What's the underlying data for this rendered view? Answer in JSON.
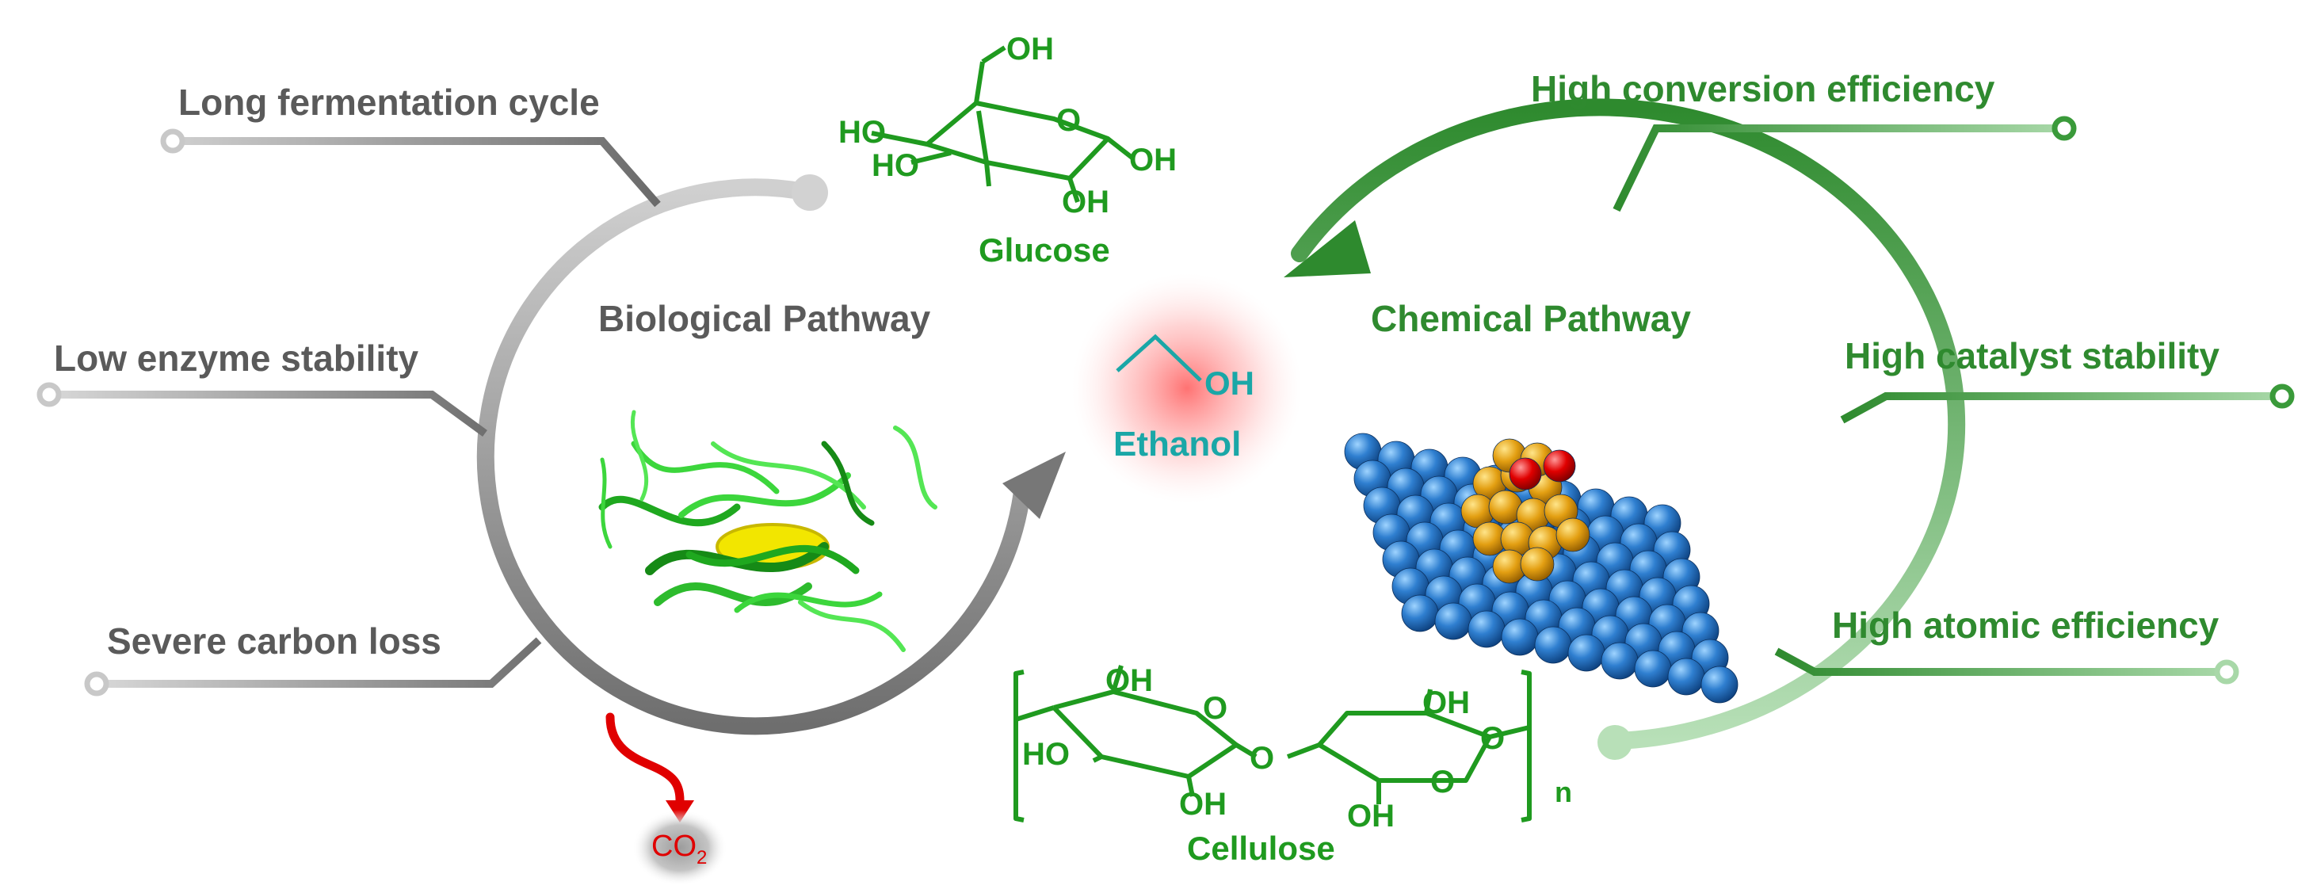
{
  "biological": {
    "title": "Biological Pathway",
    "drawbacks": [
      "Long fermentation cycle",
      "Low enzyme stability",
      "Severe carbon loss"
    ],
    "byproduct": {
      "base": "CO",
      "subscript": "2"
    }
  },
  "chemical": {
    "title": "Chemical Pathway",
    "advantages": [
      "High conversion efficiency",
      "High catalyst stability",
      "High atomic efficiency"
    ]
  },
  "product": {
    "name": "Ethanol",
    "group": "OH"
  },
  "glucose": {
    "name": "Glucose",
    "groups": [
      "OH",
      "HO",
      "HO",
      "OH",
      "OH",
      "O"
    ]
  },
  "cellulose": {
    "name": "Cellulose",
    "repeat": "n",
    "groups": [
      "OH",
      "O",
      "HO",
      "OH",
      "O",
      "OH",
      "O",
      "OH",
      "O"
    ]
  },
  "colors": {
    "biological_grey": "#5a5a5a",
    "chemical_green": "#2f8a2f",
    "structure_green": "#1f9a1f",
    "ethanol_teal": "#1aa7a7",
    "co2_red": "#e00000"
  }
}
